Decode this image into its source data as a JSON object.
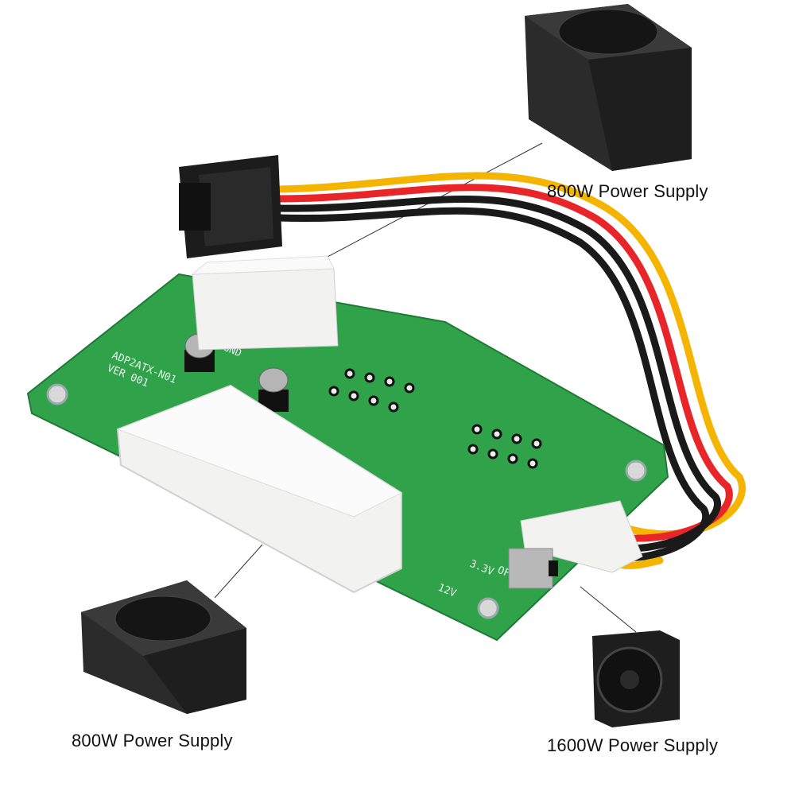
{
  "captions": {
    "top_right": "800W Power Supply",
    "bottom_left": "800W Power Supply",
    "bottom_right": "1600W Power Supply"
  },
  "board_markings": {
    "model": "ADP2ATX-N01",
    "version": "VER 001",
    "gnd": "GND",
    "v33": "3.3V",
    "v12": "12V",
    "off": "OFF"
  },
  "colors": {
    "pcb": "#2fa24a",
    "connector": "#f2f2f0",
    "wire_red": "#e8262a",
    "wire_yellow": "#f5b400",
    "wire_black": "#1a1a1a",
    "psu": "#1e1e1e"
  }
}
